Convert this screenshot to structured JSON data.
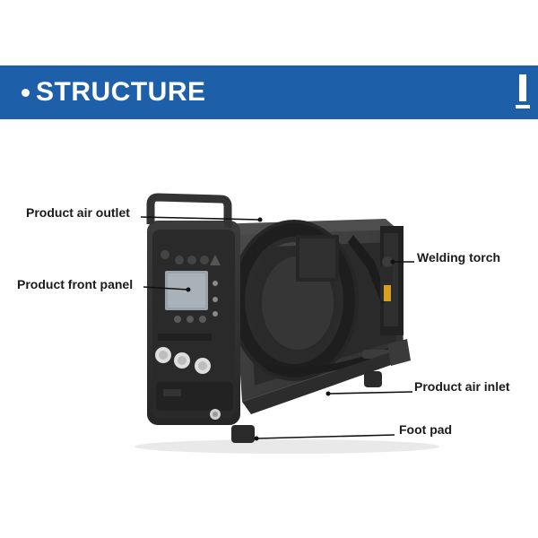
{
  "banner": {
    "title": "STRUCTURE",
    "color": "#1d5fa8"
  },
  "callouts": {
    "air_outlet": "Product air outlet",
    "front_panel": "Product front panel",
    "welding_torch": "Welding torch",
    "air_inlet": "Product air inlet",
    "foot_pad": "Foot pad"
  },
  "icons": {
    "bullet": "bullet-dot-icon",
    "mark": "exclamation-bar-icon"
  },
  "colors": {
    "machine_body": "#3a3a3a",
    "machine_dark": "#1f1f1f",
    "display": "#9aa3ab"
  }
}
